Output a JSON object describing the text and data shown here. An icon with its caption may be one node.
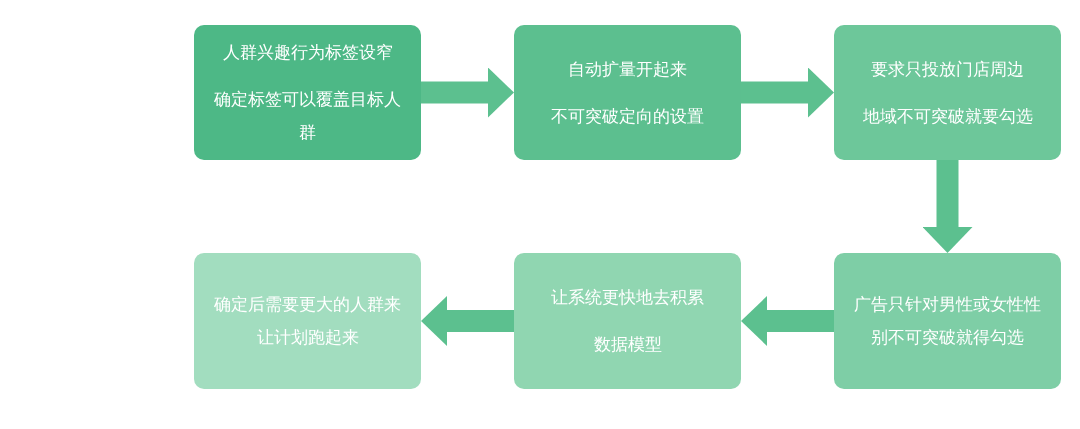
{
  "diagram": {
    "nodes": [
      {
        "text": [
          "人群兴趣行为标签设窄",
          "确定标签可以覆盖目标人群"
        ]
      },
      {
        "text": [
          "自动扩量开起来",
          "不可突破定向的设置"
        ]
      },
      {
        "text": [
          "要求只投放门店周边",
          "地域不可突破就要勾选"
        ]
      },
      {
        "text": [
          "广告只针对男性或女性性别不可突破就得勾选"
        ]
      },
      {
        "text": [
          "让系统更快地去积累",
          "数据模型"
        ]
      },
      {
        "text": [
          "确定后需要更大的人群来让计划跑起来"
        ]
      }
    ],
    "edges": [
      {
        "from": 0,
        "to": 1,
        "arrow": "to"
      },
      {
        "from": 1,
        "to": 2,
        "arrow": "to"
      },
      {
        "from": 2,
        "to": 3,
        "arrow": "to"
      },
      {
        "from": 3,
        "to": 4,
        "arrow": "to"
      },
      {
        "from": 4,
        "to": 5,
        "arrow": "to"
      }
    ]
  }
}
